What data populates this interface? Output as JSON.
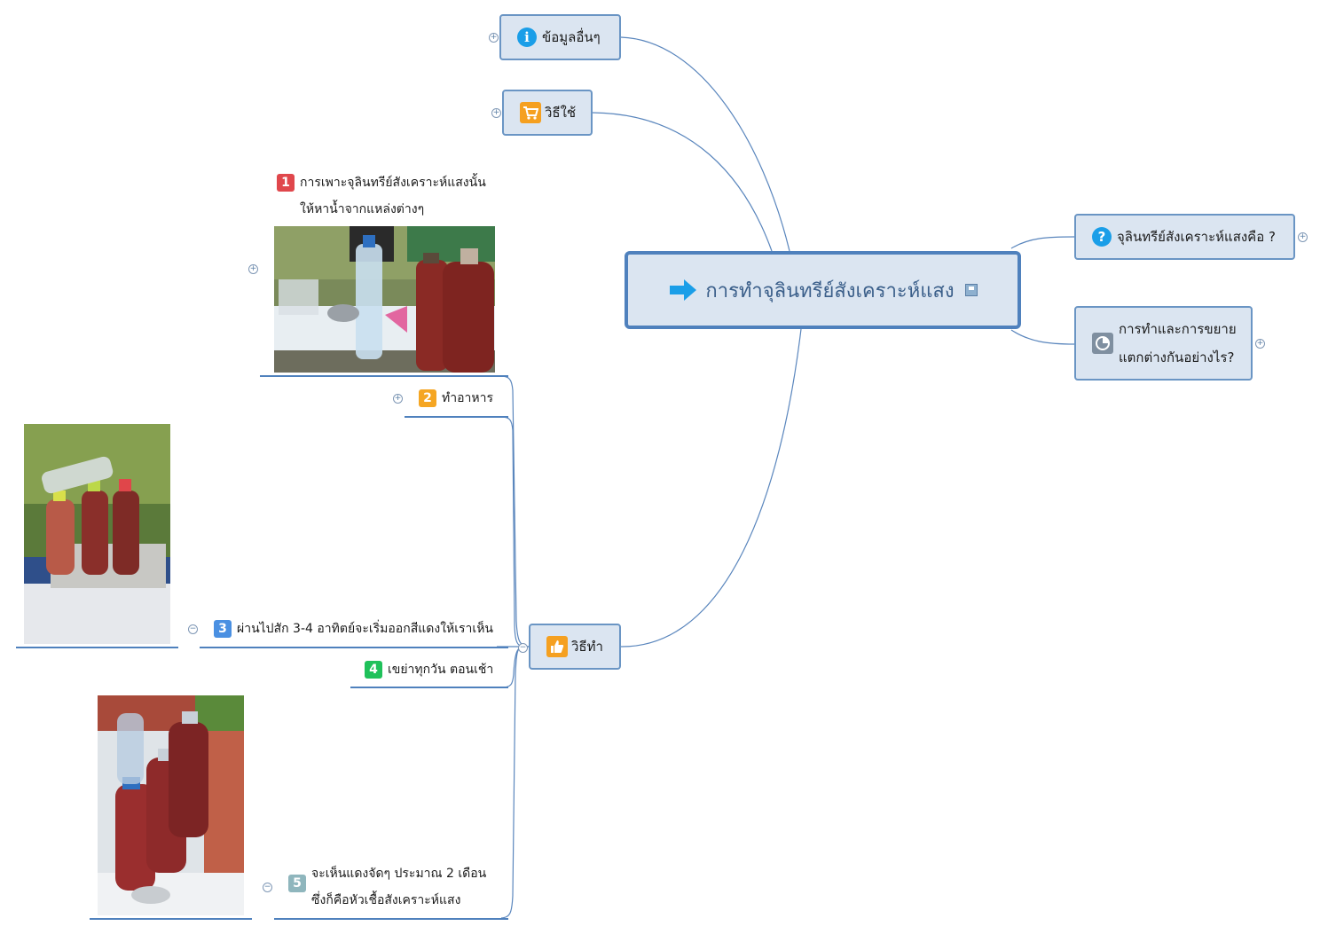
{
  "central": {
    "title": "การทำจุลินทรีย์สังเคราะห์แสง"
  },
  "topics": {
    "info": "ข้อมูลอื่นๆ",
    "usage": "วิธีใช้",
    "what_is": "จุลินทรีย์สังเคราะห์แสงคือ ?",
    "difference_line1": "การทำและการขยาย",
    "difference_line2": "แตกต่างกันอย่างไร?",
    "method": "วิธีทำ"
  },
  "steps": [
    {
      "num": "1",
      "line1": "การเพาะจุลินทรีย์สังเคราะห์แสงนั้น",
      "line2": "ให้หาน้ำจากแหล่งต่างๆ"
    },
    {
      "num": "2",
      "line1": "ทำอาหาร"
    },
    {
      "num": "3",
      "line1": "ผ่านไปสัก 3-4 อาทิตย์จะเริ่มออกสีแดงให้เราเห็น"
    },
    {
      "num": "4",
      "line1": "เขย่าทุกวัน ตอนเช้า"
    },
    {
      "num": "5",
      "line1": "จะเห็นแดงจัดๆ ประมาณ 2 เดือน",
      "line2": "ซึ่งก็คือหัวเชื้อสังเคราะห์แสง"
    }
  ],
  "colors": {
    "node_fill": "#dbe5f1",
    "node_border": "#4f81bd",
    "connector": "#4f81bd"
  }
}
